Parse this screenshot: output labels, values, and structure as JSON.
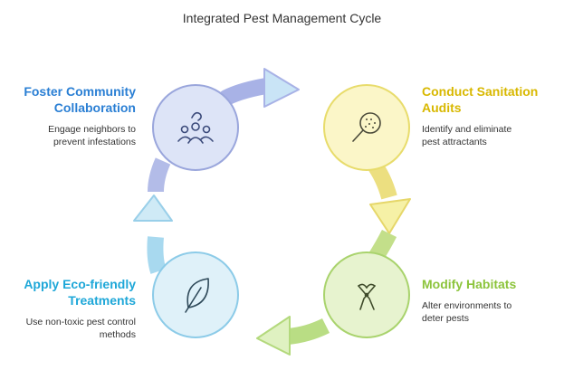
{
  "diagram": {
    "title": "Integrated Pest Management Cycle",
    "steps": [
      {
        "title_lines": [
          "Foster Community",
          "Collaboration"
        ],
        "description_lines": [
          "Engage neighbors to",
          "prevent infestations"
        ],
        "icon": "community-icon",
        "color": "#2a7fd4",
        "circle_fill": "#dde4f7",
        "circle_stroke": "#9aa6dc"
      },
      {
        "title_lines": [
          "Conduct Sanitation",
          "Audits"
        ],
        "description_lines": [
          "Identify and eliminate",
          "pest attractants"
        ],
        "icon": "magnifier-icon",
        "color": "#e0c21a",
        "circle_fill": "#fbf6c8",
        "circle_stroke": "#e8dc6c"
      },
      {
        "title_lines": [
          "Modify Habitats"
        ],
        "description_lines": [
          "Alter environments to",
          "deter pests"
        ],
        "icon": "pruning-shears-icon",
        "color": "#8cc43c",
        "circle_fill": "#e7f3cf",
        "circle_stroke": "#a9d36d"
      },
      {
        "title_lines": [
          "Apply Eco-friendly",
          "Treatments"
        ],
        "description_lines": [
          "Use non-toxic pest control",
          "methods"
        ],
        "icon": "leaf-icon",
        "color": "#1ea7d8",
        "circle_fill": "#dff1f9",
        "circle_stroke": "#8ccbe8"
      }
    ]
  }
}
